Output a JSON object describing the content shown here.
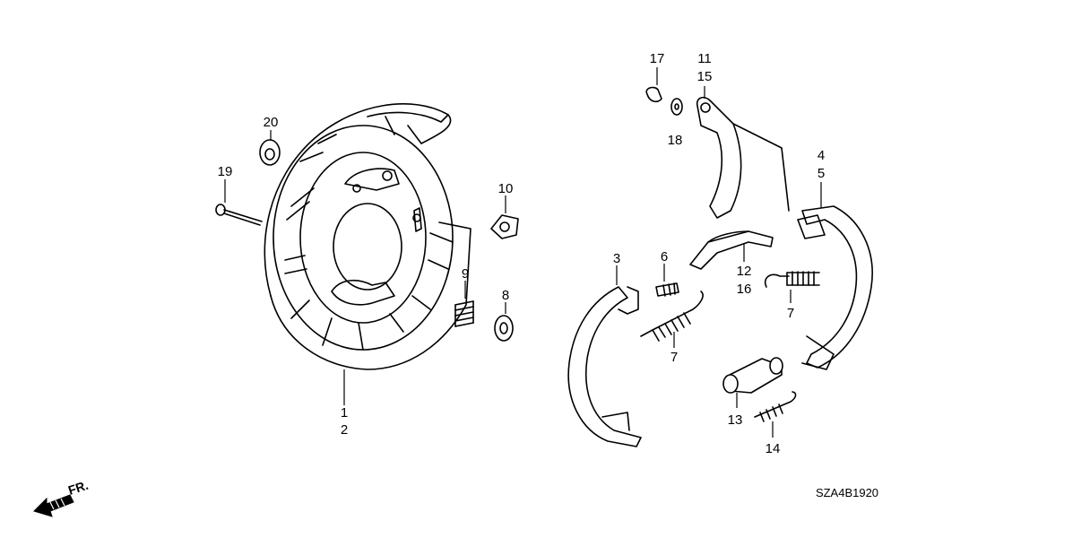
{
  "diagram": {
    "part_labels": [
      {
        "key": "p1",
        "text": "1"
      },
      {
        "key": "p2",
        "text": "2"
      },
      {
        "key": "p3",
        "text": "3"
      },
      {
        "key": "p4",
        "text": "4"
      },
      {
        "key": "p5",
        "text": "5"
      },
      {
        "key": "p6",
        "text": "6"
      },
      {
        "key": "p7a",
        "text": "7"
      },
      {
        "key": "p7b",
        "text": "7"
      },
      {
        "key": "p8",
        "text": "8"
      },
      {
        "key": "p9",
        "text": "9"
      },
      {
        "key": "p10",
        "text": "10"
      },
      {
        "key": "p11",
        "text": "11"
      },
      {
        "key": "p12",
        "text": "12"
      },
      {
        "key": "p13",
        "text": "13"
      },
      {
        "key": "p14",
        "text": "14"
      },
      {
        "key": "p15",
        "text": "15"
      },
      {
        "key": "p16",
        "text": "16"
      },
      {
        "key": "p17",
        "text": "17"
      },
      {
        "key": "p18",
        "text": "18"
      },
      {
        "key": "p19",
        "text": "19"
      },
      {
        "key": "p20",
        "text": "20"
      }
    ],
    "diagram_code": "SZA4B1920",
    "direction_label": "FR."
  }
}
